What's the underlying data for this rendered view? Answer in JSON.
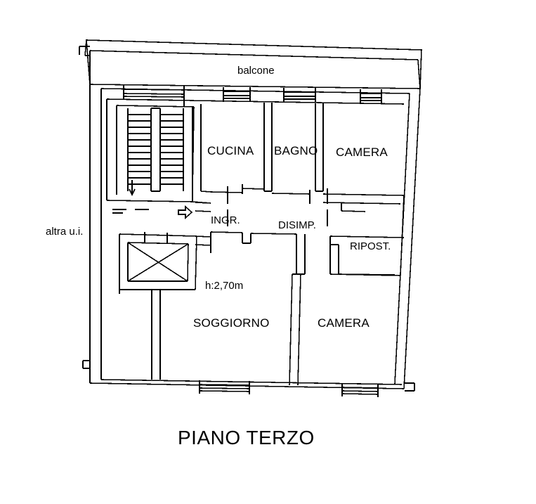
{
  "drawing": {
    "title": "PIANO TERZO",
    "type": "architectural-floor-plan",
    "line_color": "#000000",
    "background_color": "#ffffff"
  },
  "labels": {
    "balcone": "balcone",
    "cucina": "CUCINA",
    "bagno": "BAGNO",
    "camera_top": "CAMERA",
    "ingresso": "INGR.",
    "disimpegno": "DISIMP.",
    "ripostiglio": "RIPOST.",
    "altra_ui": "altra u.i.",
    "height_note": "h:2,70m",
    "soggiorno": "SOGGIORNO",
    "camera_bottom": "CAMERA"
  },
  "markers": {
    "entrance_arrow": "arrow-right-icon"
  }
}
